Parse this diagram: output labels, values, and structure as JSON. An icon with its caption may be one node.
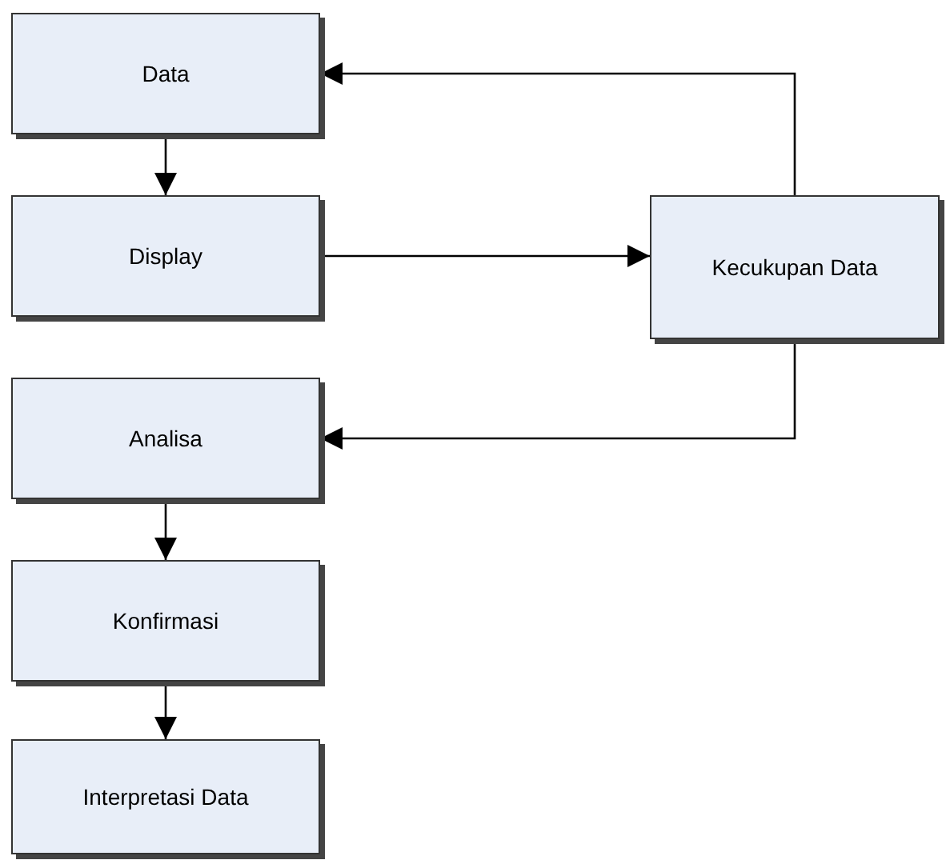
{
  "diagram": {
    "nodes": [
      {
        "text": [
          "Data"
        ]
      },
      {
        "text": [
          "Display"
        ]
      },
      {
        "text": [
          "Kecukupan Data"
        ]
      },
      {
        "text": [
          "Analisa"
        ]
      },
      {
        "text": [
          "Konfirmasi"
        ]
      },
      {
        "text": [
          "Interpretasi Data"
        ]
      }
    ],
    "edges": [
      {
        "from": 0,
        "to": 1,
        "arrow": "to"
      },
      {
        "from": 1,
        "to": 2,
        "arrow": "to"
      },
      {
        "from": 2,
        "to": 0,
        "arrow": "to"
      },
      {
        "from": 2,
        "to": 3,
        "arrow": "to"
      },
      {
        "from": 3,
        "to": 4,
        "arrow": "to"
      },
      {
        "from": 4,
        "to": 5,
        "arrow": "to"
      }
    ]
  }
}
